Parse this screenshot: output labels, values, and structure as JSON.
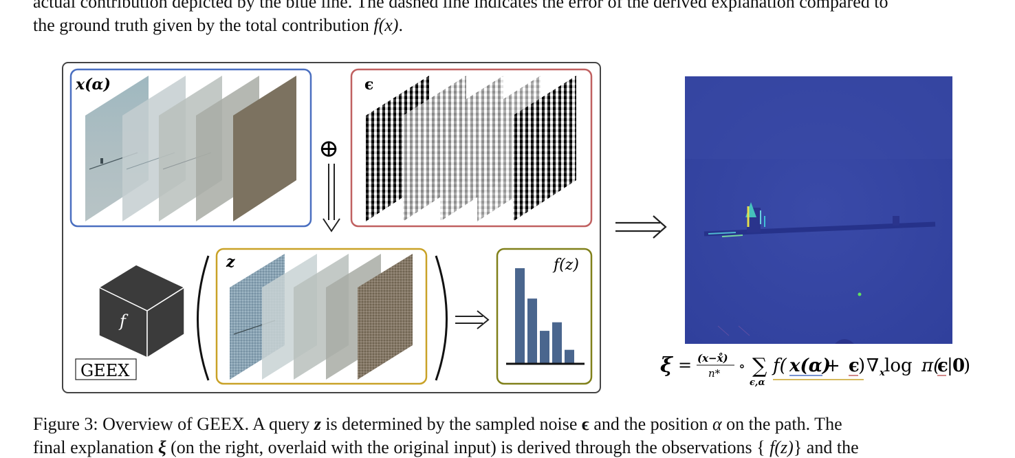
{
  "top_text": {
    "line1": "actual contribution depicted by the blue line. The dashed line indicates the error of the derived explanation compared to",
    "line2_prefix": "the ground truth given by the total contribution ",
    "line2_math": "f(x)",
    "line2_suffix": "."
  },
  "figure": {
    "input_label": "x(α)",
    "noise_label": "ϵ",
    "oplus_symbol": "⊕",
    "query_label": "z",
    "model_label": "f",
    "method_badge": "GEEX",
    "output_label": "f(z)",
    "histogram": {
      "type": "bar",
      "values": [
        100,
        68,
        34,
        43,
        14
      ],
      "color": "#4a668e"
    },
    "colors": {
      "input_box": "#4a6fc0",
      "noise_box": "#c06060",
      "query_box": "#c9a227",
      "output_box": "#80801a"
    },
    "formula": {
      "lhs": "ξ",
      "eq": "=",
      "frac_num": "(x−x̊)",
      "frac_den": "n*",
      "circ": "∘",
      "sum": "∑",
      "sum_sub": "ϵ,α",
      "f_open": "f(",
      "x_alpha": "x(α)",
      "plus": " + ",
      "eps": "ϵ",
      "f_close": ")",
      "grad": "∇",
      "grad_sub": "x",
      "log": " log ",
      "pi_open": "π(",
      "pi_eps": "ϵ",
      "bar": "|",
      "zero": "0",
      "pi_close": ")"
    }
  },
  "caption": {
    "line1_a": "Figure 3: Overview of GEEX. A query ",
    "line1_z": "z",
    "line1_b": " is determined by the sampled noise ",
    "line1_eps": "ϵ",
    "line1_c": " and the position ",
    "line1_alpha": "α",
    "line1_d": " on the path. The",
    "line2_a": "final explanation ",
    "line2_xi": "ξ",
    "line2_b": " (on the right, overlaid with the original input) is derived through the observations { ",
    "line2_fz": "f(z)",
    "line2_c": "} and the"
  }
}
